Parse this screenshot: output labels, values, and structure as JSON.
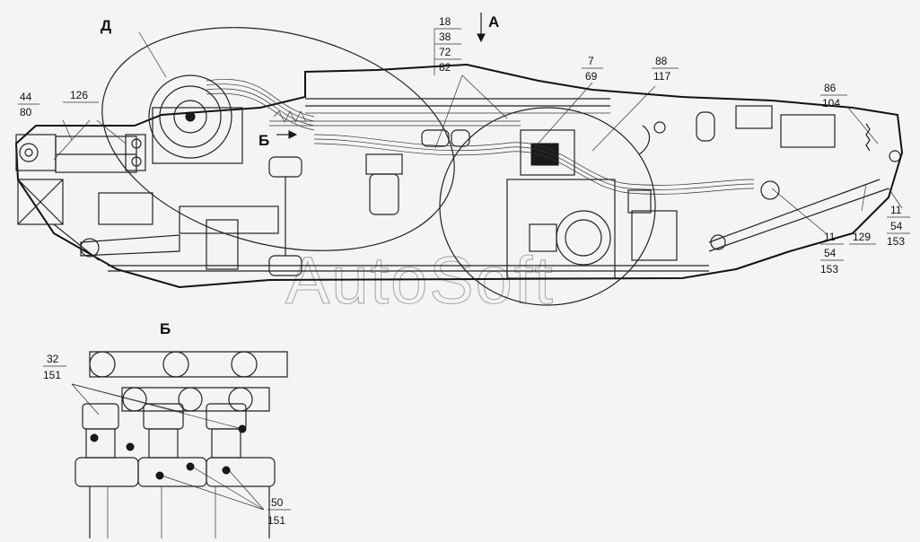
{
  "view_labels": {
    "detail_d": "Д",
    "arrow_a": "А",
    "view_b_marker": "Б",
    "detail_b_title": "Б"
  },
  "callouts": {
    "c44_80": [
      "44",
      "80"
    ],
    "c126": [
      "126"
    ],
    "c18": [
      "18",
      "38",
      "72",
      "82"
    ],
    "c7": [
      "7",
      "69"
    ],
    "c88": [
      "88",
      "117"
    ],
    "c86": [
      "86",
      "104"
    ],
    "c11a": [
      "11",
      "54",
      "153"
    ],
    "c129": [
      "129"
    ],
    "c11b": [
      "11",
      "54",
      "153"
    ],
    "c32": [
      "32",
      "151"
    ],
    "c50": [
      "50",
      "151"
    ]
  },
  "watermark": "AutoSoft"
}
